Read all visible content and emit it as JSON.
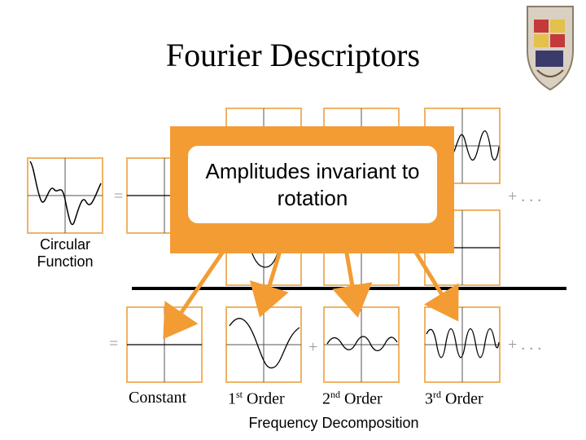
{
  "slide": {
    "title": "Fourier Descriptors",
    "callout_text": "Amplitudes invariant to rotation",
    "circular_function_label": "Circular Function",
    "frequency_decomposition_label": "Frequency Decomposition",
    "equals_symbol": "=",
    "plus_symbol": "+",
    "ellipsis": "+ . . .",
    "order_labels": {
      "constant": "Constant",
      "first": {
        "base": "1",
        "sup": "st",
        "rest": " Order"
      },
      "second": {
        "base": "2",
        "sup": "nd",
        "rest": " Order"
      },
      "third": {
        "base": "3",
        "sup": "rd",
        "rest": " Order"
      }
    },
    "colors": {
      "accent": "#f39c34",
      "box_border": "#f0b264",
      "divider": "#000000"
    },
    "icons": [
      "university-seal-icon"
    ]
  }
}
